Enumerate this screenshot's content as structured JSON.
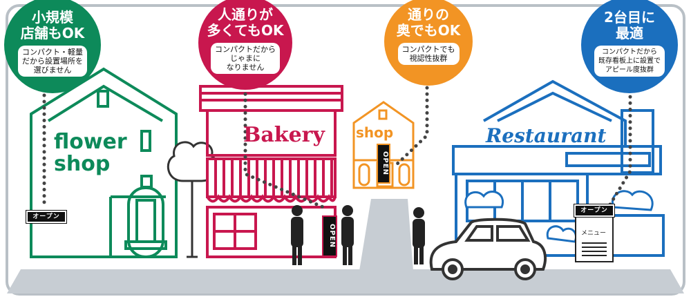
{
  "colors": {
    "green": "#0d8a5a",
    "crimson": "#c8174e",
    "orange": "#f29424",
    "blue": "#1b6fbe",
    "road": "#c7cdd3",
    "dark": "#222222",
    "frame": "#b9c0c6"
  },
  "bubbles": [
    {
      "line1": "小規模",
      "line2": "店舗もOK",
      "desc1": "コンパクト・軽量",
      "desc2": "だから設置場所を",
      "desc3": "選びません"
    },
    {
      "line1": "人通りが",
      "line2": "多くてもOK",
      "desc1": "コンパクトだから",
      "desc2": "じゃまに",
      "desc3": "なりません"
    },
    {
      "line1": "通りの",
      "line2": "奥でもOK",
      "desc1": "コンパクトでも",
      "desc2": "視認性抜群",
      "desc3": ""
    },
    {
      "line1": "2台目に",
      "line2": "最適",
      "desc1": "コンパクトだから",
      "desc2": "既存看板上に設置で",
      "desc3": "アピール度抜群"
    }
  ],
  "shops": {
    "flower_line1": "flower",
    "flower_line2": "shop",
    "bakery": "Bakery",
    "small_shop": "shop",
    "restaurant": "Restaurant"
  },
  "signs": {
    "open_jp": "オープン",
    "open_en": "OPEN",
    "menu": "メニュー"
  },
  "icons": [
    "tree-icon",
    "pedestrian-icon",
    "car-icon",
    "shrub-icon"
  ]
}
